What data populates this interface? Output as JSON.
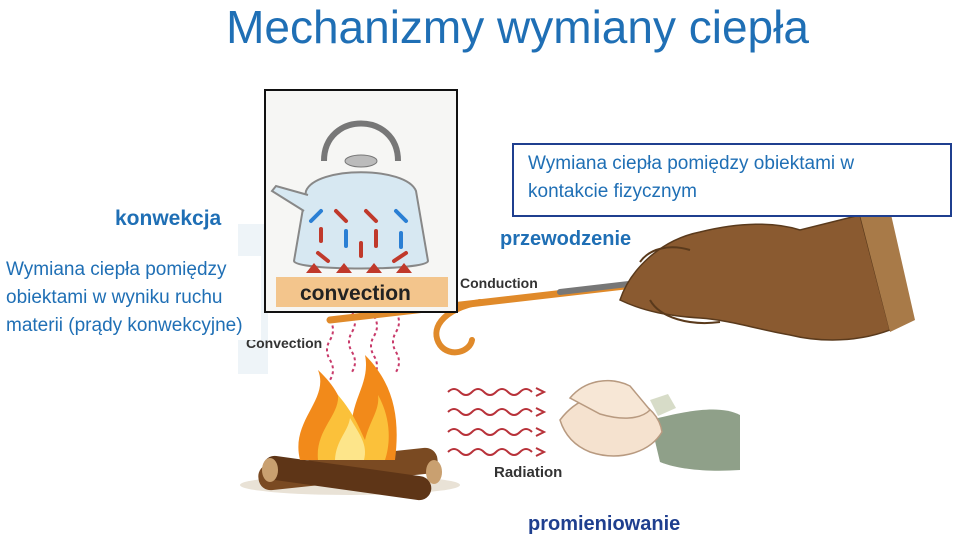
{
  "slide": {
    "title": "Mechanizmy wymiany ciepła",
    "convection": {
      "heading": "konwekcja",
      "description": "Wymiana ciepła pomiędzy obiektami w wyniku ruchu materii (prądy konwekcyjne)"
    },
    "conduction": {
      "description": "Wymiana ciepła pomiędzy obiektami w kontakcie fizycznym",
      "heading": "przewodzenie"
    },
    "radiation": {
      "heading": "promieniowanie"
    }
  },
  "illustration": {
    "kettle_label": "convection",
    "label_convection": "Convection",
    "label_conduction": "Conduction",
    "label_radiation": "Radiation"
  },
  "colors": {
    "text_blue": "#1f6fb5",
    "box_border": "#1f3f8f",
    "flame": "#f28a1a",
    "arrow_red": "#c0392b",
    "arrow_blue": "#2a7fd4",
    "wave": "#b8323a"
  },
  "icons": [
    "kettle-icon",
    "campfire-icon",
    "gloved-hand-icon",
    "warming-hands-icon",
    "metal-rod-icon"
  ]
}
